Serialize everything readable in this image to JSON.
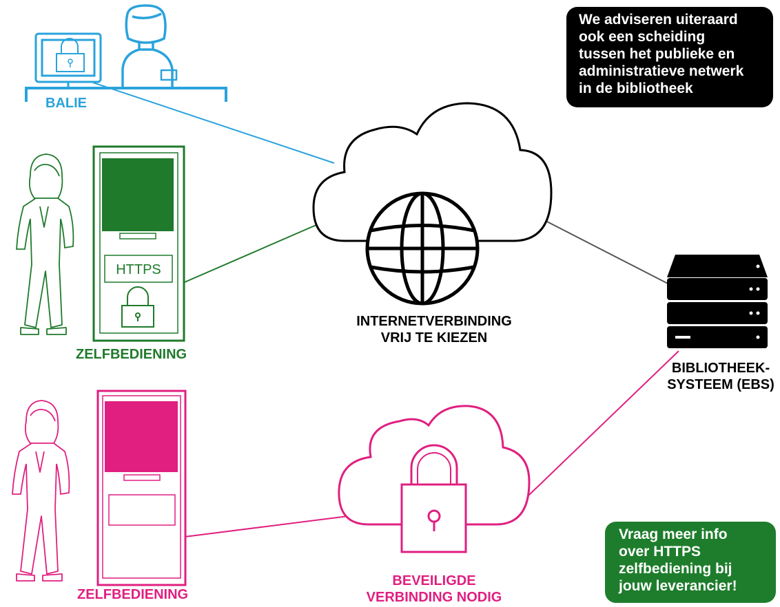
{
  "colors": {
    "balie": "#2aa3dc",
    "zelfbediening_green": "#1f7a2b",
    "zelfbediening_pink": "#e01f80",
    "line_gray": "#555555",
    "black": "#000000",
    "green_box": "#1e7d2c"
  },
  "labels": {
    "balie": "BALIE",
    "zelfbediening_green": "ZELFBEDIENING",
    "zelfbediening_pink": "ZELFBEDIENING",
    "https": "HTTPS",
    "internet_line1": "INTERNETVERBINDING",
    "internet_line2": "VRIJ TE KIEZEN",
    "server_line1": "BIBLIOTHEEK-",
    "server_line2": "SYSTEEM (EBS)",
    "secure_line1": "BEVEILIGDE",
    "secure_line2": "VERBINDING NODIG"
  },
  "callouts": {
    "advice": {
      "lines": [
        "We adviseren uiteraard",
        "ook een scheiding",
        "tussen het publieke en",
        "administratieve netwerk",
        "in de bibliotheek"
      ]
    },
    "info": {
      "lines": [
        "Vraag meer info",
        "over HTTPS",
        "zelfbediening bij",
        "jouw leverancier!"
      ]
    }
  },
  "icons": {
    "monitor": "monitor-lock-icon",
    "clerk": "clerk-person-icon",
    "desk": "desk-icon",
    "kiosk_green": "kiosk-icon",
    "kiosk_pink": "kiosk-icon",
    "person_green": "woman-icon",
    "person_pink": "woman-icon",
    "cloud_internet": "cloud-globe-icon",
    "cloud_secure": "cloud-lock-icon",
    "server": "server-stack-icon",
    "lock_green": "padlock-icon"
  }
}
